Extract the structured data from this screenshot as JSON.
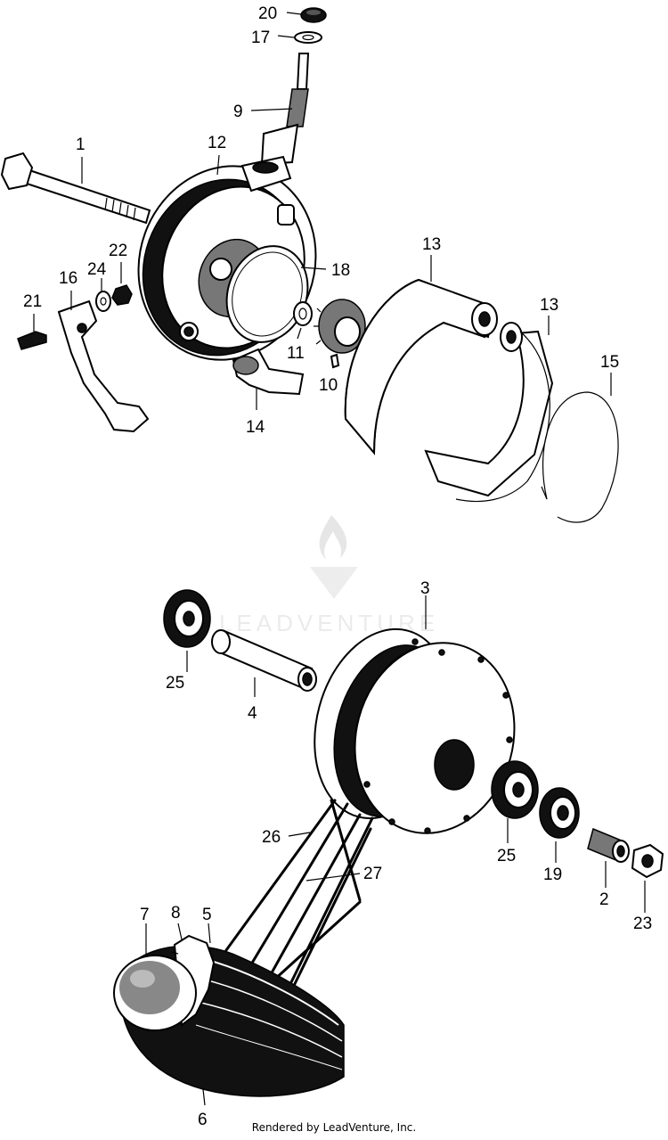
{
  "diagram": {
    "callouts": [
      {
        "id": "20",
        "text": "20"
      },
      {
        "id": "17",
        "text": "17"
      },
      {
        "id": "9",
        "text": "9"
      },
      {
        "id": "1",
        "text": "1"
      },
      {
        "id": "12",
        "text": "12"
      },
      {
        "id": "22",
        "text": "22"
      },
      {
        "id": "16",
        "text": "16"
      },
      {
        "id": "24",
        "text": "24"
      },
      {
        "id": "21",
        "text": "21"
      },
      {
        "id": "18",
        "text": "18"
      },
      {
        "id": "13a",
        "text": "13"
      },
      {
        "id": "13b",
        "text": "13"
      },
      {
        "id": "15",
        "text": "15"
      },
      {
        "id": "11",
        "text": "11"
      },
      {
        "id": "10",
        "text": "10"
      },
      {
        "id": "14",
        "text": "14"
      },
      {
        "id": "3",
        "text": "3"
      },
      {
        "id": "25a",
        "text": "25"
      },
      {
        "id": "4",
        "text": "4"
      },
      {
        "id": "26",
        "text": "26"
      },
      {
        "id": "27",
        "text": "27"
      },
      {
        "id": "25b",
        "text": "25"
      },
      {
        "id": "19",
        "text": "19"
      },
      {
        "id": "2",
        "text": "2"
      },
      {
        "id": "23",
        "text": "23"
      },
      {
        "id": "7",
        "text": "7"
      },
      {
        "id": "8",
        "text": "8"
      },
      {
        "id": "5",
        "text": "5"
      },
      {
        "id": "6",
        "text": "6"
      }
    ],
    "watermark": "LEADVENTURE",
    "footer": "Rendered by LeadVenture, Inc."
  }
}
